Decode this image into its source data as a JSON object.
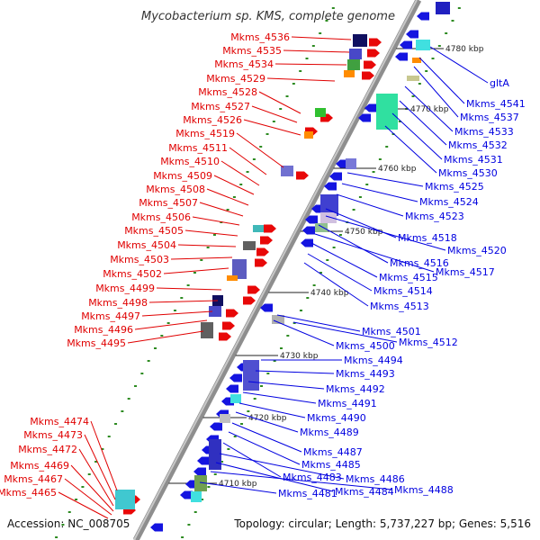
{
  "title": "Mycobacterium sp. KMS, complete genome",
  "footer": {
    "accession": "Accession: NC_008705",
    "summary": "Topology: circular; Length: 5,737,227 bp; Genes: 5,516"
  },
  "colors": {
    "forward_label": "#e00000",
    "reverse_label": "#0000e0",
    "backbone": "#909090"
  },
  "kbp_ticks": [
    "4780 kbp",
    "4770 kbp",
    "4760 kbp",
    "4750 kbp",
    "4740 kbp",
    "4730 kbp",
    "4720 kbp",
    "4710 kbp"
  ],
  "forward_genes": [
    "Mkms_4536",
    "Mkms_4535",
    "Mkms_4534",
    "Mkms_4529",
    "Mkms_4528",
    "Mkms_4527",
    "Mkms_4526",
    "Mkms_4519",
    "Mkms_4511",
    "Mkms_4510",
    "Mkms_4509",
    "Mkms_4508",
    "Mkms_4507",
    "Mkms_4506",
    "Mkms_4505",
    "Mkms_4504",
    "Mkms_4503",
    "Mkms_4502",
    "Mkms_4499",
    "Mkms_4498",
    "Mkms_4497",
    "Mkms_4496",
    "Mkms_4495",
    "Mkms_4474",
    "Mkms_4473",
    "Mkms_4472",
    "Mkms_4469",
    "Mkms_4467",
    "Mkms_4465"
  ],
  "reverse_genes": [
    "gltA",
    "Mkms_4541",
    "Mkms_4537",
    "Mkms_4533",
    "Mkms_4532",
    "Mkms_4531",
    "Mkms_4530",
    "Mkms_4525",
    "Mkms_4524",
    "Mkms_4523",
    "Mkms_4518",
    "Mkms_4520",
    "Mkms_4516",
    "Mkms_4517",
    "Mkms_4515",
    "Mkms_4514",
    "Mkms_4513",
    "Mkms_4501",
    "Mkms_4500",
    "Mkms_4512",
    "Mkms_4494",
    "Mkms_4493",
    "Mkms_4492",
    "Mkms_4491",
    "Mkms_4490",
    "Mkms_4489",
    "Mkms_4487",
    "Mkms_4485",
    "Mkms_4483",
    "Mkms_4486",
    "Mkms_4484",
    "Mkms_4488",
    "Mkms_4481"
  ]
}
